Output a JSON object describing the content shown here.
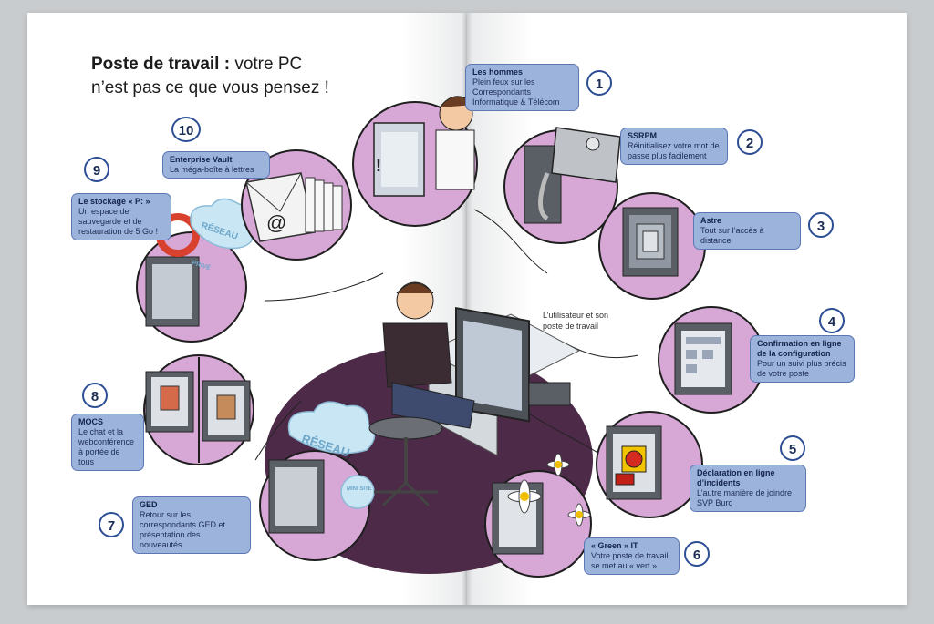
{
  "title": {
    "bold": "Poste de travail :",
    "rest_line1": " votre PC",
    "line2": "n’est pas ce que vous pensez !"
  },
  "center_caption": "L’utilisateur et son poste de travail",
  "bubbles": {
    "reseau_big": "RÉSEAU",
    "reseau_small": "RÉSEAU",
    "prive": "PRIVÉ",
    "mini_site": "MINI SITE",
    "arrobase": "@"
  },
  "items": [
    {
      "num": "1",
      "title": "Les hommes",
      "text": "Plein feux sur les Correspondants Informatique & Télécom"
    },
    {
      "num": "2",
      "title": "SSRPM",
      "text": "Réinitialisez votre mot de passe plus facilement"
    },
    {
      "num": "3",
      "title": "Astre",
      "text": "Tout sur l’accès à distance"
    },
    {
      "num": "4",
      "title": "Confirmation en ligne de la configuration",
      "text": "Pour un suivi plus précis de votre poste"
    },
    {
      "num": "5",
      "title": "Déclaration en ligne d’incidents",
      "text": "L’autre manière de joindre SVP Buro"
    },
    {
      "num": "6",
      "title": "« Green » IT",
      "text": "Votre poste de travail se met au « vert »"
    },
    {
      "num": "7",
      "title": "GED",
      "text": "Retour sur les correspondants GED et présentation des nouveautés"
    },
    {
      "num": "8",
      "title": "MOCS",
      "text": "Le chat et la webconférence à portée de tous"
    },
    {
      "num": "9",
      "title": "Le stockage « P: »",
      "text": "Un espace de sauvegarde et de restauration de 5 Go !"
    },
    {
      "num": "10",
      "title": "Enterprise Vault",
      "text": "La méga-boîte à lettres"
    }
  ]
}
